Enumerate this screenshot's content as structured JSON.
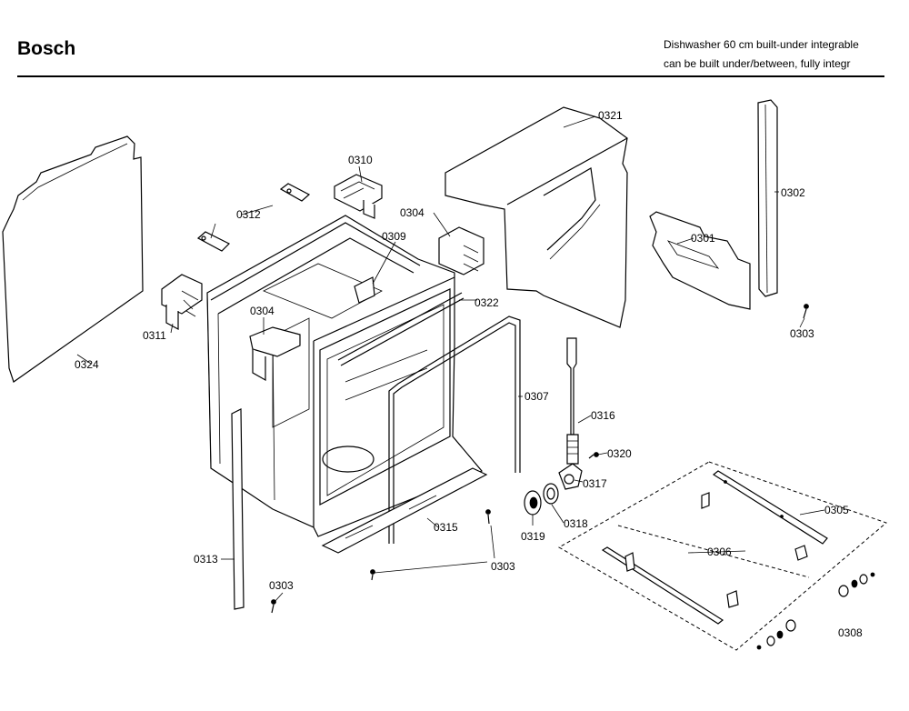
{
  "header": {
    "brand": "Bosch",
    "description_line1": "Dishwasher 60 cm built-under integrable",
    "description_line2": "can be built under/between, fully integr"
  },
  "parts": [
    {
      "id": "p0324",
      "label": "0324"
    },
    {
      "id": "p0311",
      "label": "0311"
    },
    {
      "id": "p0312",
      "label": "0312"
    },
    {
      "id": "p0310",
      "label": "0310"
    },
    {
      "id": "p0309",
      "label": "0309"
    },
    {
      "id": "p0304a",
      "label": "0304"
    },
    {
      "id": "p0304b",
      "label": "0304"
    },
    {
      "id": "p0321",
      "label": "0321"
    },
    {
      "id": "p0322",
      "label": "0322"
    },
    {
      "id": "p0301",
      "label": "0301"
    },
    {
      "id": "p0302",
      "label": "0302"
    },
    {
      "id": "p0303a",
      "label": "0303"
    },
    {
      "id": "p0303b",
      "label": "0303"
    },
    {
      "id": "p0303c",
      "label": "0303"
    },
    {
      "id": "p0307",
      "label": "0307"
    },
    {
      "id": "p0316",
      "label": "0316"
    },
    {
      "id": "p0320",
      "label": "0320"
    },
    {
      "id": "p0317",
      "label": "0317"
    },
    {
      "id": "p0318",
      "label": "0318"
    },
    {
      "id": "p0319",
      "label": "0319"
    },
    {
      "id": "p0315",
      "label": "0315"
    },
    {
      "id": "p0313",
      "label": "0313"
    },
    {
      "id": "p0305",
      "label": "0305"
    },
    {
      "id": "p0306",
      "label": "0306"
    },
    {
      "id": "p0308",
      "label": "0308"
    }
  ]
}
